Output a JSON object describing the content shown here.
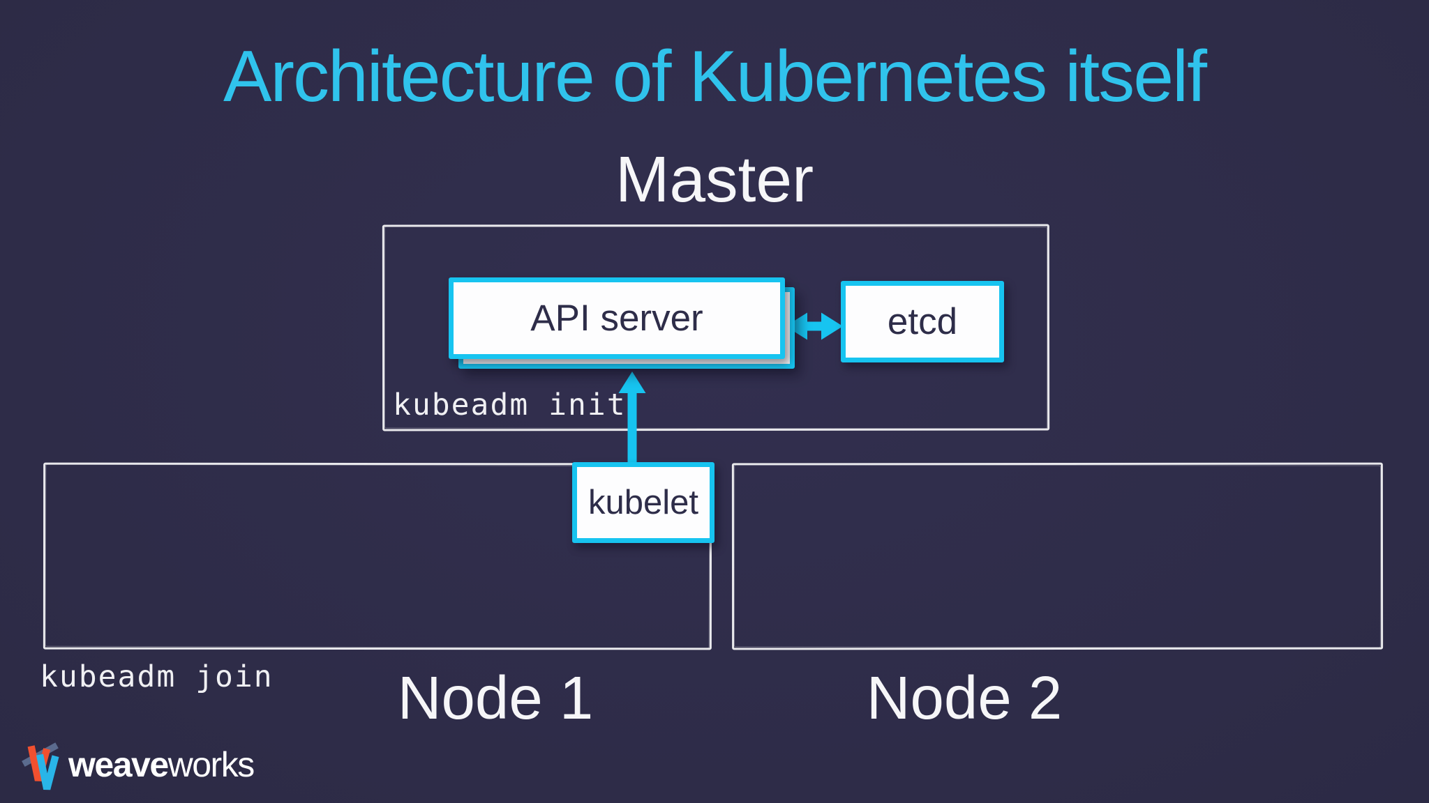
{
  "slide": {
    "title": "Architecture of Kubernetes itself",
    "master": {
      "label": "Master",
      "api_server": "API server",
      "etcd": "etcd",
      "command": "kubeadm init"
    },
    "workers": {
      "kubelet": "kubelet",
      "command": "kubeadm join",
      "node1": "Node 1",
      "node2": "Node 2"
    },
    "arrows": [
      {
        "name": "api-etcd-arrow",
        "type": "double-headed-horizontal",
        "from": "API server",
        "to": "etcd"
      },
      {
        "name": "kubelet-api-arrow",
        "type": "single-headed-up",
        "from": "kubelet",
        "to": "API server"
      }
    ],
    "footer": {
      "brand_bold": "weave",
      "brand_regular": "works"
    },
    "colors": {
      "background": "#2F2D4A",
      "cyan_accent": "#17C4F0",
      "title_cyan": "#30C3EC",
      "box_text": "#2E2D49",
      "sketch_border": "#E9E9EC",
      "logo_orange": "#F1502F",
      "logo_blue": "#29B5E8",
      "logo_slate": "#5B6B8E"
    }
  }
}
